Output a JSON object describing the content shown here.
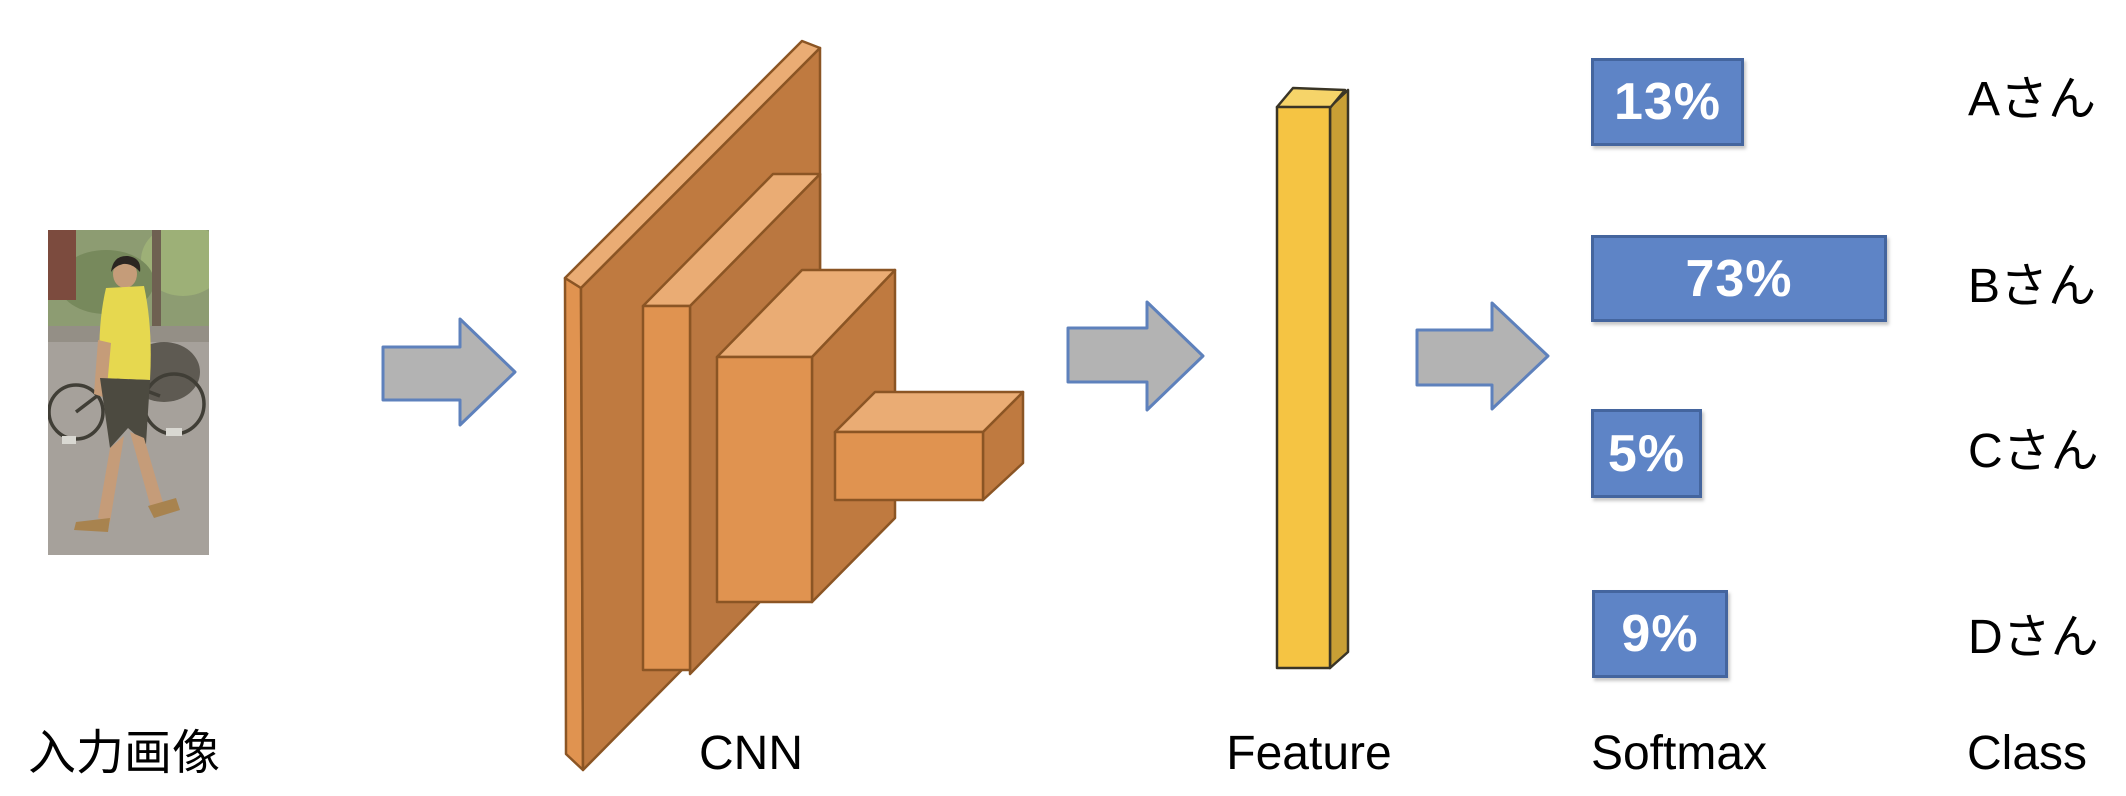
{
  "labels": {
    "input_image": "入力画像",
    "cnn": "CNN",
    "feature": "Feature",
    "softmax": "Softmax",
    "class": "Class"
  },
  "softmax_bars": [
    {
      "percent": "13%",
      "value": 13,
      "class_name": "Aさん"
    },
    {
      "percent": "73%",
      "value": 73,
      "class_name": "Bさん"
    },
    {
      "percent": "5%",
      "value": 5,
      "class_name": "Cさん"
    },
    {
      "percent": "9%",
      "value": 9,
      "class_name": "Dさん"
    }
  ],
  "chart_data": {
    "type": "bar",
    "orientation": "horizontal",
    "title": "Softmax",
    "categories": [
      "Aさん",
      "Bさん",
      "Cさん",
      "Dさん"
    ],
    "values": [
      13,
      73,
      5,
      9
    ],
    "value_labels": [
      "13%",
      "73%",
      "5%",
      "9%"
    ],
    "bar_color": "#5E84C6",
    "bar_border_color": "#44659E",
    "value_label_color": "#FFFFFF",
    "axes": "none",
    "legend": "none"
  },
  "icons": {
    "flow_arrow": "arrow-right",
    "cnn_blocks": "stacked-3d-conv-layers",
    "feature_bar": "feature-vector-column",
    "input_photo": "pedestrian-surveillance-photo"
  },
  "colors": {
    "background": "#FFFFFF",
    "arrow_fill": "#B3B3B3",
    "arrow_border": "#5E81BC",
    "cnn_front": "#E09350",
    "cnn_dark": "#BF7A40",
    "cnn_light": "#EAAC74",
    "cnn_outline": "#8B5524",
    "feature_front": "#F5C443",
    "feature_side": "#C89F35",
    "feature_top": "#F6D469",
    "feature_outline": "#3A3526",
    "softmax_bar_fill": "#5E84C6",
    "softmax_bar_border": "#44659E",
    "text": "#000000"
  }
}
